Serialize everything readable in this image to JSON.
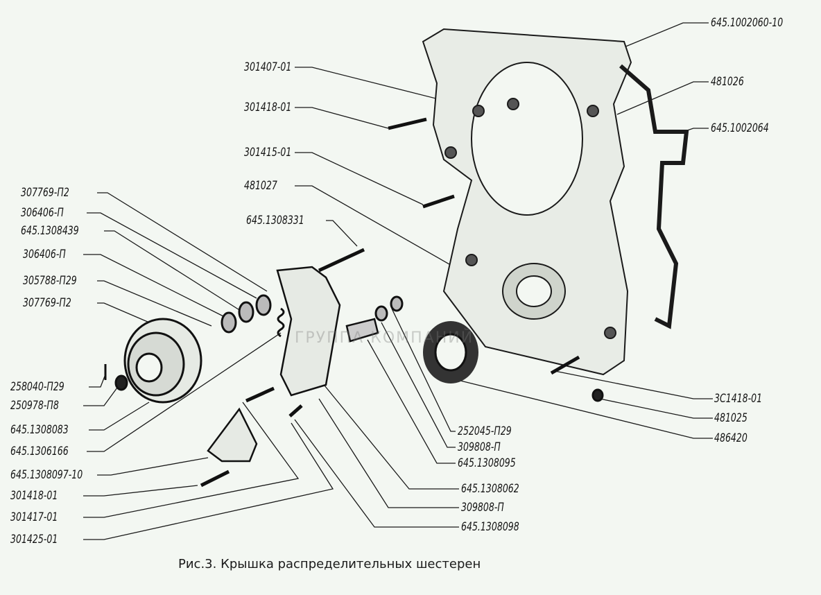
{
  "figure": {
    "caption": "Рис.3. Крышка распределительных шестерен",
    "watermark": "ГРУППА КОМПАНИЙ",
    "labels": [
      "645.1002060-10",
      "301407-01",
      "481026",
      "301418-01",
      "645.1002064",
      "301415-01",
      "481027",
      "307769-П2",
      "306406-П",
      "645.1308439",
      "645.1308331",
      "306406-П",
      "305788-П29",
      "307769-П2",
      "258040-П29",
      "250978-П8",
      "645.1308083",
      "645.1306166",
      "645.1308097-10",
      "301418-01",
      "301417-01",
      "301425-01",
      "3С1418-01",
      "481025",
      "486420",
      "252045-П29",
      "309808-П",
      "645.1308095",
      "645.1308062",
      "309808-П",
      "645.1308098"
    ]
  }
}
